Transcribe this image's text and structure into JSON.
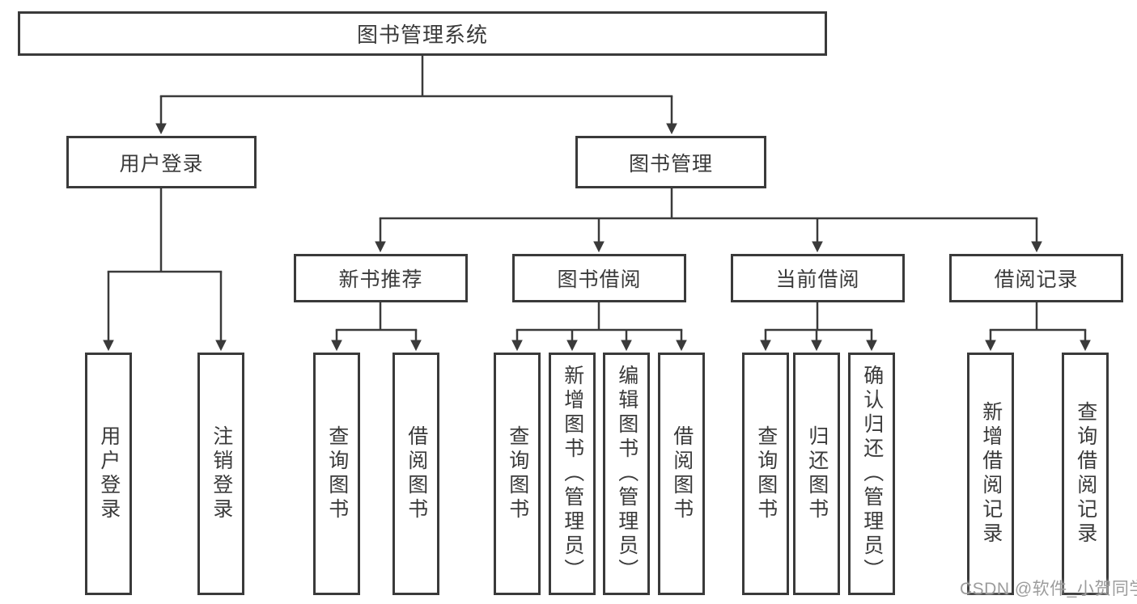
{
  "colors": {
    "line": "#3a3a3a",
    "text": "#3a3a3a",
    "box_fill": "#ffffff",
    "watermark": "#9c9c9c",
    "background": "#ffffff"
  },
  "watermark": "CSDN @软件_小贺同学",
  "nodes": {
    "root": "图书管理系统",
    "userLogin": "用户登录",
    "bookMgmt": "图书管理",
    "newRec": "新书推荐",
    "bookBorrow": "图书借阅",
    "currentBorrow": "当前借阅",
    "borrowRecord": "借阅记录",
    "leafUserLogin": "用户登录",
    "leafLogout": "注销登录",
    "leafRecQuery": "查询图书",
    "leafRecBorrow": "借阅图书",
    "leafBorQuery": "查询图书",
    "leafBorAdd": "新增图书（管理员）",
    "leafBorEdit": "编辑图书（管理员）",
    "leafBorBorrow": "借阅图书",
    "leafCurQuery": "查询图书",
    "leafCurReturn": "归还图书",
    "leafCurConfirm": "确认归还（管理员）",
    "leafRecordAdd": "新增借阅记录",
    "leafRecordQuery": "查询借阅记录"
  }
}
